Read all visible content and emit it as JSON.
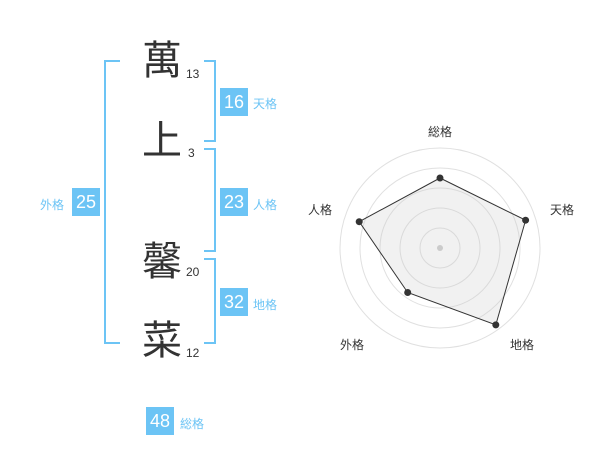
{
  "colors": {
    "accent": "#6cc4f5",
    "badge": "#6cc4f5",
    "text": "#333333"
  },
  "name": {
    "chars": [
      {
        "char": "萬",
        "strokes": "13"
      },
      {
        "char": "上",
        "strokes": "3"
      },
      {
        "char": "馨",
        "strokes": "20"
      },
      {
        "char": "菜",
        "strokes": "12"
      }
    ]
  },
  "fortune": {
    "tenkaku": {
      "value": "16",
      "label": "天格"
    },
    "jinkaku": {
      "value": "23",
      "label": "人格"
    },
    "chikaku": {
      "value": "32",
      "label": "地格"
    },
    "gaikaku": {
      "value": "25",
      "label": "外格"
    },
    "soukaku": {
      "value": "48",
      "label": "総格"
    }
  },
  "radar": {
    "axes": [
      "総格",
      "天格",
      "地格",
      "外格",
      "人格"
    ],
    "values": [
      0.7,
      0.9,
      0.95,
      0.55,
      0.85
    ]
  }
}
